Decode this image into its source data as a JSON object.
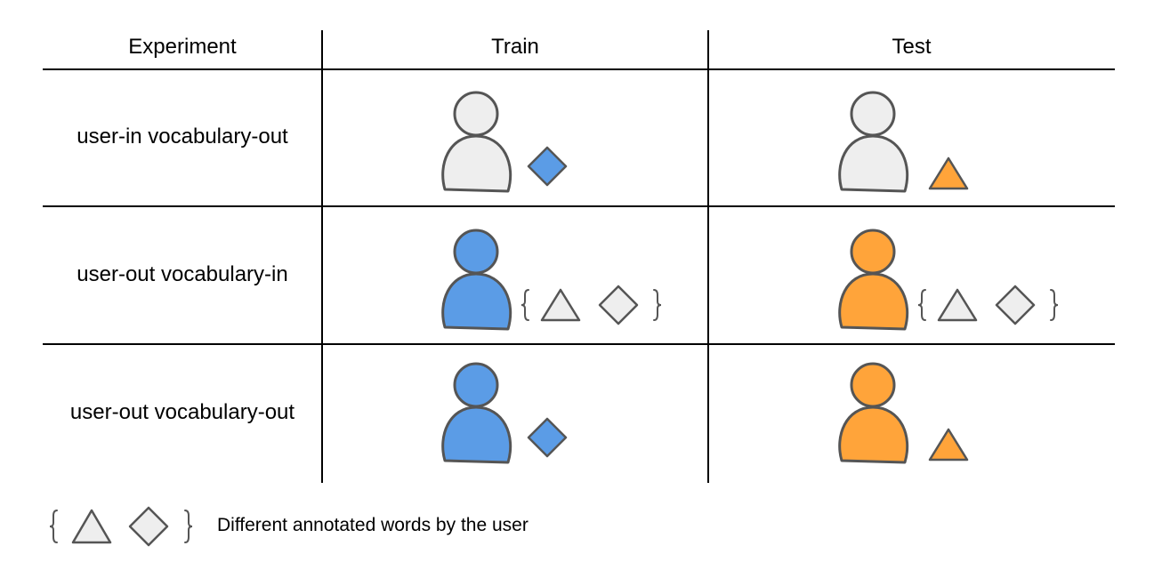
{
  "table": {
    "headers": {
      "experiment": "Experiment",
      "train": "Train",
      "test": "Test"
    },
    "rows": [
      {
        "label": "user-in vocabulary-out",
        "train": {
          "user_color": "#eeeeee",
          "words": [
            "diamond"
          ],
          "word_color": "#5b9ce6",
          "word_set": false
        },
        "test": {
          "user_color": "#eeeeee",
          "words": [
            "triangle"
          ],
          "word_color": "#ffa43a",
          "word_set": false
        }
      },
      {
        "label": "user-out vocabulary-in",
        "train": {
          "user_color": "#5b9ce6",
          "words": [
            "triangle",
            "diamond"
          ],
          "word_color": "#eeeeee",
          "word_set": true
        },
        "test": {
          "user_color": "#ffa43a",
          "words": [
            "triangle",
            "diamond"
          ],
          "word_color": "#eeeeee",
          "word_set": true
        }
      },
      {
        "label": "user-out vocabulary-out",
        "train": {
          "user_color": "#5b9ce6",
          "words": [
            "diamond"
          ],
          "word_color": "#5b9ce6",
          "word_set": false
        },
        "test": {
          "user_color": "#ffa43a",
          "words": [
            "triangle"
          ],
          "word_color": "#ffa43a",
          "word_set": false
        }
      }
    ]
  },
  "legend": {
    "text": "Different annotated words by the user",
    "symbol_color": "#eeeeee"
  },
  "colors": {
    "stroke": "#555555",
    "neutral": "#eeeeee",
    "blue": "#5b9ce6",
    "orange": "#ffa43a",
    "grid": "#000000"
  }
}
